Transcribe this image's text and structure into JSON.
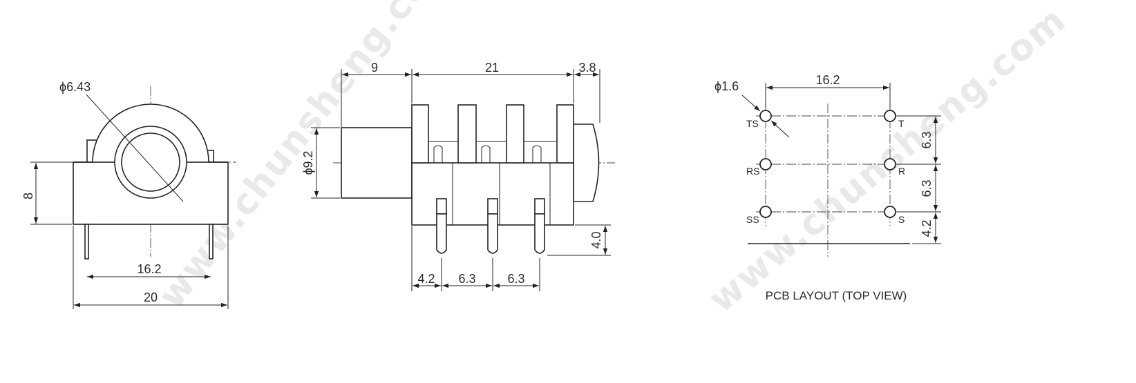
{
  "watermark": "www.chunsheng.com",
  "front_view": {
    "dim_diameter": "ϕ6.43",
    "dim_height": "8",
    "dim_pin_spacing": "16.2",
    "dim_width": "20"
  },
  "side_view": {
    "dim_front": "9",
    "dim_body": "21",
    "dim_rear": "3.8",
    "dim_diameter": "ϕ9.2",
    "dim_pin_length": "4.0",
    "dim_p1": "4.2",
    "dim_p2": "6.3",
    "dim_p3": "6.3"
  },
  "pcb_layout": {
    "dim_hole": "ϕ1.6",
    "dim_width": "16.2",
    "dim_v1": "6.3",
    "dim_v2": "6.3",
    "dim_v3": "4.2",
    "pads": {
      "ts": "TS",
      "rs": "RS",
      "ss": "SS",
      "t": "T",
      "r": "R",
      "s": "S"
    },
    "caption": "PCB LAYOUT (TOP VIEW)"
  }
}
